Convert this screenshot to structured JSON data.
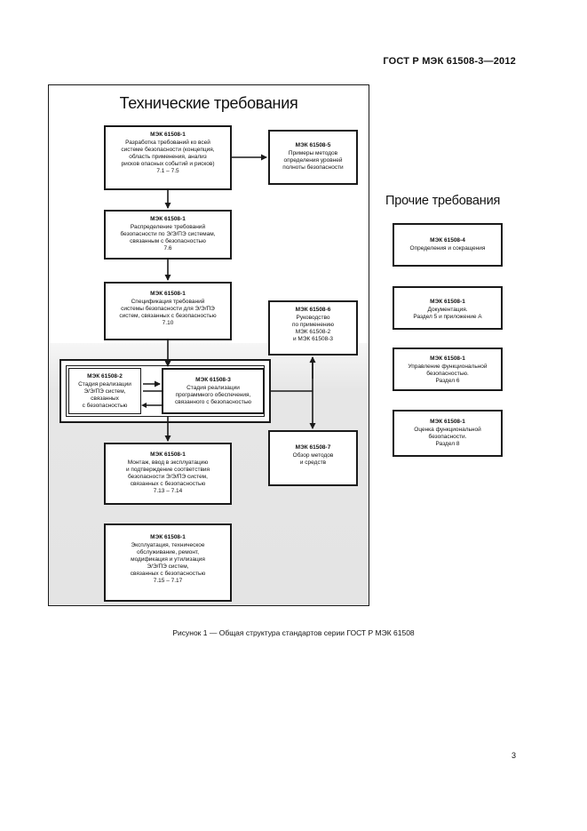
{
  "header": {
    "standard": "ГОСТ Р МЭК 61508-3—2012"
  },
  "tech": {
    "title": "Технические требования",
    "boxes": {
      "b1": {
        "code": "МЭК 61508-1",
        "text": "Разработка требований ко всей\nсистеме безопасности (концепция,\nобласть применения, анализ\nрисков опасных событий и рисков)\n7.1 – 7.5"
      },
      "b5": {
        "code": "МЭК 61508-5",
        "text": "Примеры методов\nопределения уровней\nполноты безопасности"
      },
      "b2": {
        "code": "МЭК 61508-1",
        "text": "Распределение требований\nбезопасности по Э/Э/ПЭ системам,\nсвязанным с безопасностью\n7.6"
      },
      "b3": {
        "code": "МЭК 61508-1",
        "text": "Спецификация требований\nсистемы безопасности для Э/Э/ПЭ\nсистем, связанных с безопасностью\n7.10"
      },
      "b6": {
        "code": "МЭК 61508-6",
        "text": "Руководство\nпо применению\nМЭК 61508-2\nи МЭК 61508-3"
      },
      "g2": {
        "code": "МЭК 61508-2",
        "text": "Стадия реализации\nЭ/Э/ПЭ систем,\nсвязанных\nс безопасностью"
      },
      "g3": {
        "code": "МЭК 61508-3",
        "text": "Стадия реализации\nпрограммного обеспечения,\nсвязанного с безопасностью"
      },
      "b4": {
        "code": "МЭК 61508-1",
        "text": "Монтаж, ввод в эксплуатацию\nи подтверждение соответствия\nбезопасности Э/Э/ПЭ систем,\nсвязанных с безопасностью\n7.13 – 7.14"
      },
      "b7": {
        "code": "МЭК 61508-7",
        "text": "Обзор методов\nи средств"
      },
      "b8": {
        "code": "МЭК 61508-1",
        "text": "Эксплуатация, техническое\nобслуживание, ремонт,\nмодификация и утилизация\nЭ/Э/ПЭ систем,\nсвязанных с безопасностью\n7.15 – 7.17"
      }
    }
  },
  "other": {
    "title": "Прочие требования",
    "boxes": [
      {
        "code": "МЭК 61508-4",
        "text": "Определения и сокращения"
      },
      {
        "code": "МЭК 61508-1",
        "text": "Документация.\nРаздел 5 и приложение А"
      },
      {
        "code": "МЭК 61508-1",
        "text": "Управление функциональной\nбезопасностью.\nРаздел 6"
      },
      {
        "code": "МЭК 61508-1",
        "text": "Оценка функциональной\nбезопасности.\nРаздел 8"
      }
    ]
  },
  "caption": "Рисунок 1 — Общая структура стандартов серии ГОСТ Р МЭК 61508",
  "page_number": "3"
}
